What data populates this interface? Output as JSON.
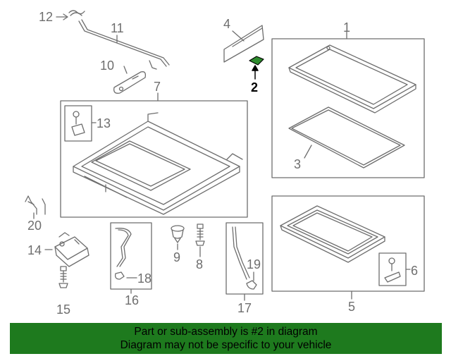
{
  "callouts": {
    "c1": "1",
    "c2": "2",
    "c3": "3",
    "c4": "4",
    "c5": "5",
    "c6": "6",
    "c7": "7",
    "c8": "8",
    "c9": "9",
    "c10": "10",
    "c11": "11",
    "c12": "12",
    "c13": "13",
    "c14": "14",
    "c15": "15",
    "c16": "16",
    "c17": "17",
    "c18": "18",
    "c19": "19",
    "c20": "20"
  },
  "banner": {
    "line1": "Part or sub-assembly is #2 in diagram",
    "line2": "Diagram may not be specific to your vehicle"
  },
  "colors": {
    "line": "#6e6e6e",
    "highlight_part": "#2e8b2e",
    "banner_bg": "#1e7a1e"
  }
}
